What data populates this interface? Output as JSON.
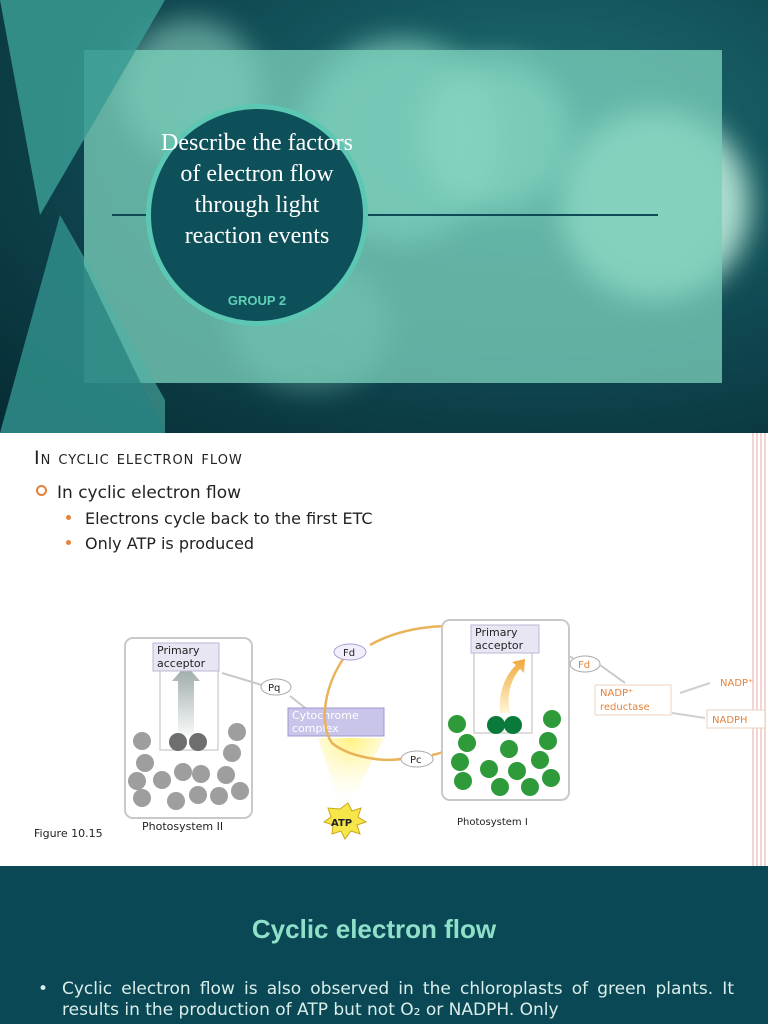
{
  "slide1": {
    "title": "Describe the factors of electron flow through light reaction events",
    "subtitle": "GROUP 2"
  },
  "slide2": {
    "heading": "In cyclic electron flow",
    "bullet_main": "In cyclic electron flow",
    "sub_bullets": [
      "Electrons cycle back to the first ETC",
      "Only ATP is produced"
    ],
    "diagram": {
      "ps2_label": "Photosystem II",
      "ps1_label": "Photosystem I",
      "primary_acceptor_1": [
        "Primary",
        "acceptor"
      ],
      "primary_acceptor_2": [
        "Primary",
        "acceptor"
      ],
      "pq": "Pq",
      "fd_1": "Fd",
      "fd_2": "Fd",
      "pc": "Pc",
      "cytochrome": [
        "Cytochrome",
        "complex"
      ],
      "atp": "ATP",
      "nadp_reductase": [
        "NADP⁺",
        "reductase"
      ],
      "nadp_plus": "NADP⁺",
      "nadph": "NADPH",
      "figure_caption": "Figure 10.15"
    },
    "colors": {
      "bullet_accent": "#e5823a"
    }
  },
  "slide3": {
    "title": "Cyclic electron flow",
    "body": "Cyclic electron flow is also observed in the chloroplasts of green plants. It results in the production of ATP but not O₂ or NADPH. Only"
  }
}
